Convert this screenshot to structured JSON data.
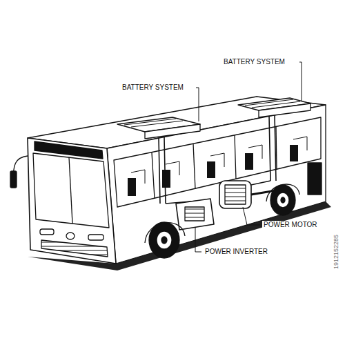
{
  "diagram": {
    "labels": [
      "BATTERY SYSTEM",
      "BATTERY SYSTEM",
      "POWER MOTOR",
      "POWER INVERTER",
      "1912152285"
    ]
  }
}
